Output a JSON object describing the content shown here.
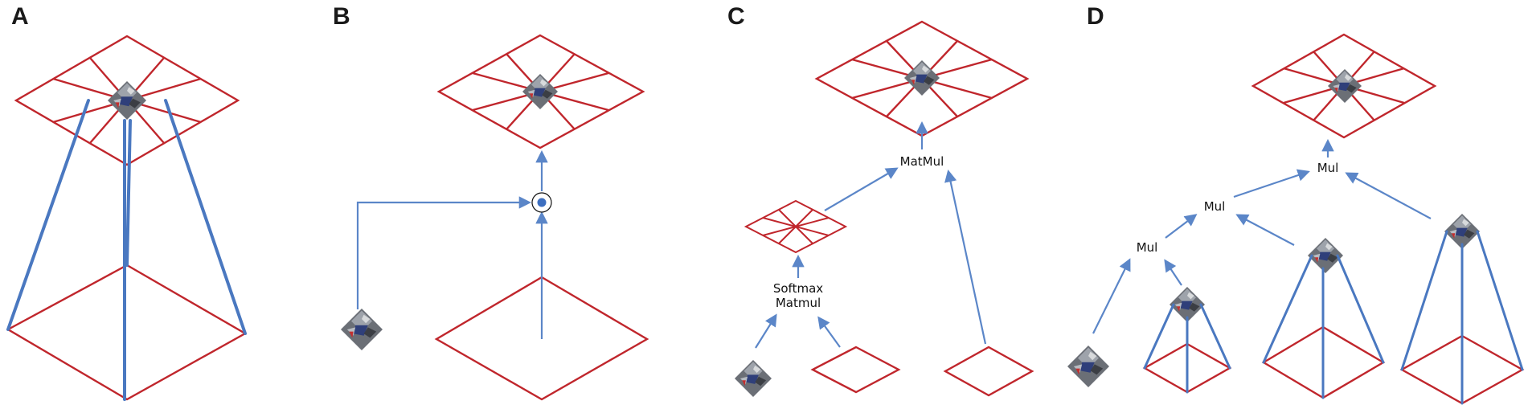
{
  "panels": [
    {
      "id": "A",
      "label": "A"
    },
    {
      "id": "B",
      "label": "B"
    },
    {
      "id": "C",
      "label": "C"
    },
    {
      "id": "D",
      "label": "D"
    }
  ],
  "operations": {
    "c_matmul": "MatMul",
    "c_softmax_line1": "Softmax",
    "c_softmax_line2": "Matmul",
    "d_mul_top": "Mul",
    "d_mul_mid": "Mul",
    "d_mul_low": "Mul"
  },
  "colors": {
    "grid": "#c0262c",
    "connector": "#4a78c0",
    "arrow": "#5b86c8",
    "text": "#111111"
  },
  "icons": {
    "thumbnail": "street-scene-thumbnail-icon",
    "elementwise_product": "circled-dot-icon"
  }
}
